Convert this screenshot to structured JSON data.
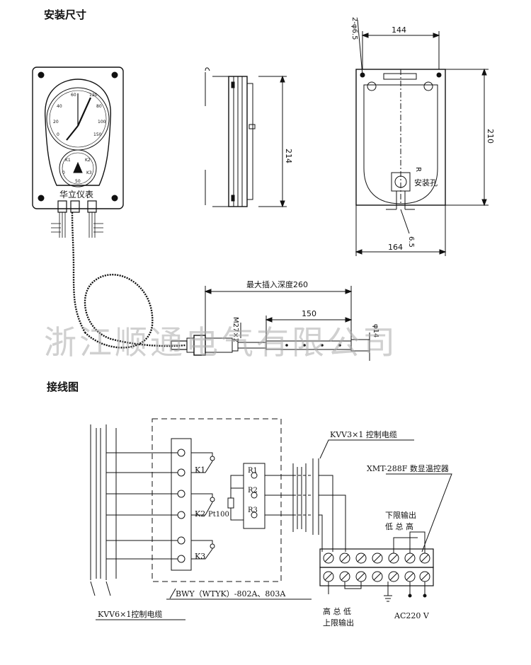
{
  "headings": {
    "install_dimensions": "安装尺寸",
    "wiring_diagram": "接线图"
  },
  "watermark": "浙江顺通电气有限公司",
  "dimensions": {
    "holes": "2-φ6.5",
    "width_top": "144",
    "height_side": "214",
    "height_back": "210",
    "width_bottom": "164",
    "slot": "6.5",
    "radius": "R",
    "install_hole": "安装孔",
    "max_insert_depth": "最大插入深度260",
    "probe_length": "150",
    "thread": "M27×2",
    "probe_diameter": "φ14"
  },
  "gauge": {
    "brand": "华立仪表",
    "dial_labels": [
      "0",
      "20",
      "40",
      "60",
      "80",
      "100",
      "120",
      "150"
    ],
    "sub_dial_labels": [
      "K1",
      "K2",
      "K3",
      "0",
      "50"
    ]
  },
  "wiring": {
    "cable_3": "KVV3×1 控制电缆",
    "controller": "XMT-288F 数显温控器",
    "lower_output_top": "下限输出",
    "lower_output_letters": "低 总 高",
    "upper_output_letters": "高 总 低",
    "upper_output_bottom": "上限输出",
    "power": "AC220 V",
    "model": "BWY（WTYK）-802A、803A",
    "cable_6": "KVV6×1控制电缆",
    "contacts": [
      "K1",
      "K2",
      "K3"
    ],
    "resistors": [
      "R1",
      "R2",
      "R3"
    ],
    "pt100": "Pt100"
  },
  "colors": {
    "line": "#111111",
    "watermark": "#aaaaaa"
  }
}
